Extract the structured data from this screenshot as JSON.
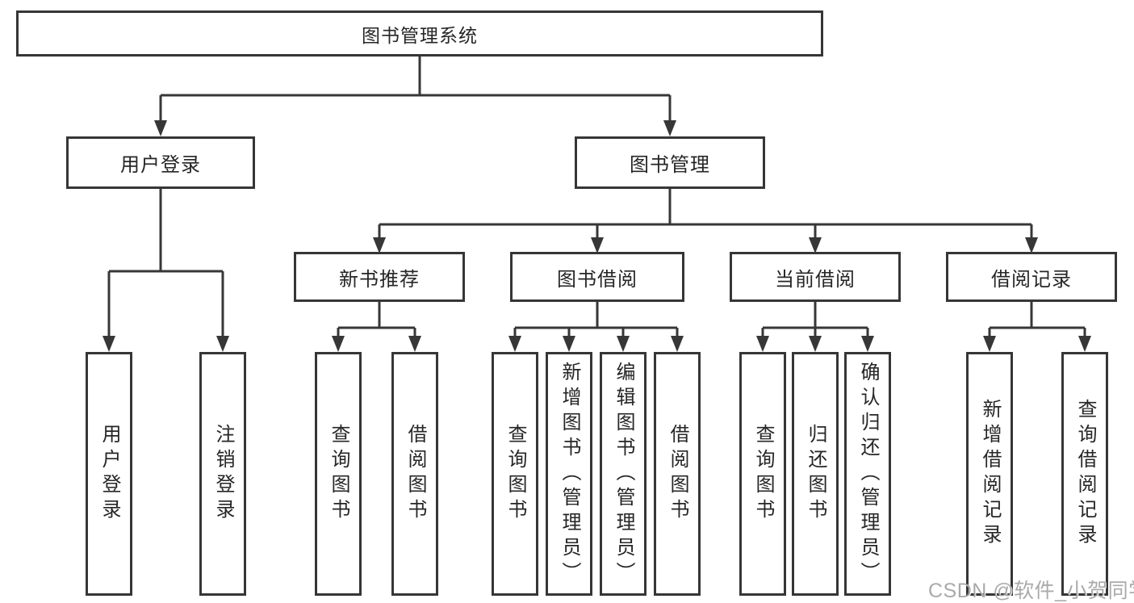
{
  "tree": {
    "label": "图书管理系统",
    "children": [
      {
        "label": "用户登录",
        "children": [
          {
            "label": "用户登录"
          },
          {
            "label": "注销登录"
          }
        ]
      },
      {
        "label": "图书管理",
        "children": [
          {
            "label": "新书推荐",
            "children": [
              {
                "label": "查询图书"
              },
              {
                "label": "借阅图书"
              }
            ]
          },
          {
            "label": "图书借阅",
            "children": [
              {
                "label": "查询图书"
              },
              {
                "label": "新增图书（管理员）"
              },
              {
                "label": "编辑图书（管理员）"
              },
              {
                "label": "借阅图书"
              }
            ]
          },
          {
            "label": "当前借阅",
            "children": [
              {
                "label": "查询图书"
              },
              {
                "label": "归还图书"
              },
              {
                "label": "确认归还（管理员）"
              }
            ]
          },
          {
            "label": "借阅记录",
            "children": [
              {
                "label": "新增借阅记录"
              },
              {
                "label": "查询借阅记录"
              }
            ]
          }
        ]
      }
    ]
  },
  "watermark": "CSDN @软件_小贺同学",
  "colors": {
    "line": "#373737",
    "box_border": "#363636",
    "text": "#262626",
    "watermark": "#9b9b9b",
    "background": "#ffffff"
  }
}
